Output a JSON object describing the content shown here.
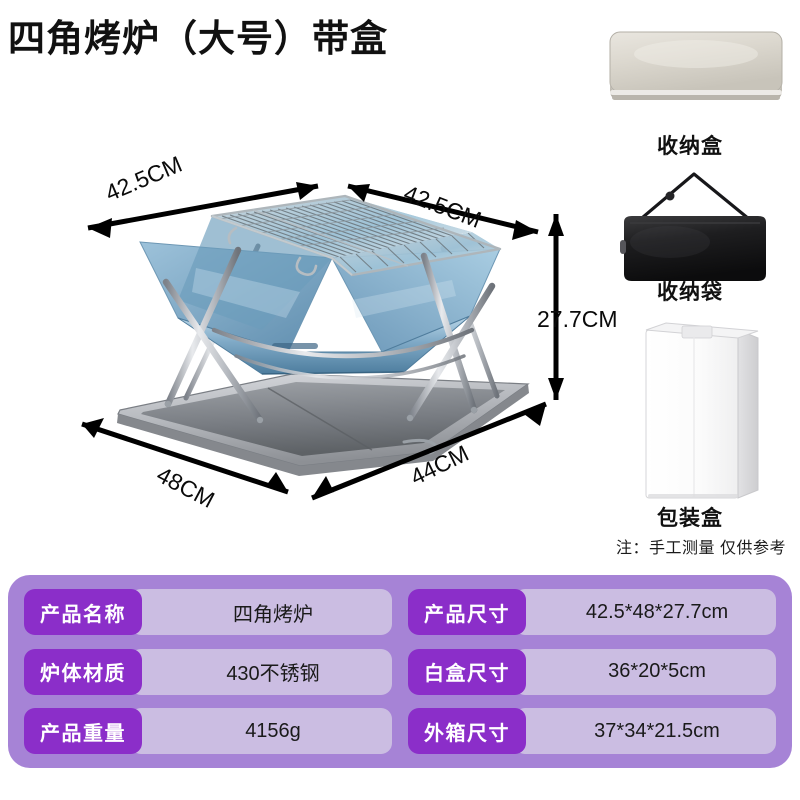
{
  "title": "四角烤炉（大号）带盒",
  "diagram": {
    "dimensions": {
      "top_left": "42.5CM",
      "top_right": "42.5CM",
      "height": "27.7CM",
      "bottom_left": "48CM",
      "bottom_right": "44CM"
    }
  },
  "accessories": [
    {
      "label": "收纳盒"
    },
    {
      "label": "收纳袋"
    },
    {
      "label": "包装盒"
    }
  ],
  "note": "注：手工测量 仅供参考",
  "specs": {
    "left": [
      {
        "key": "产品名称",
        "value": "四角烤炉"
      },
      {
        "key": "炉体材质",
        "value": "430不锈钢"
      },
      {
        "key": "产品重量",
        "value": "4156g"
      }
    ],
    "right": [
      {
        "key": "产品尺寸",
        "value": "42.5*48*27.7cm"
      },
      {
        "key": "白盒尺寸",
        "value": "36*20*5cm"
      },
      {
        "key": "外箱尺寸",
        "value": "37*34*21.5cm"
      }
    ]
  },
  "colors": {
    "panel_bg": "#a683d6",
    "key_pill": "#8b2ec9",
    "value_pill": "#cbbde2",
    "title_text": "#111111"
  }
}
